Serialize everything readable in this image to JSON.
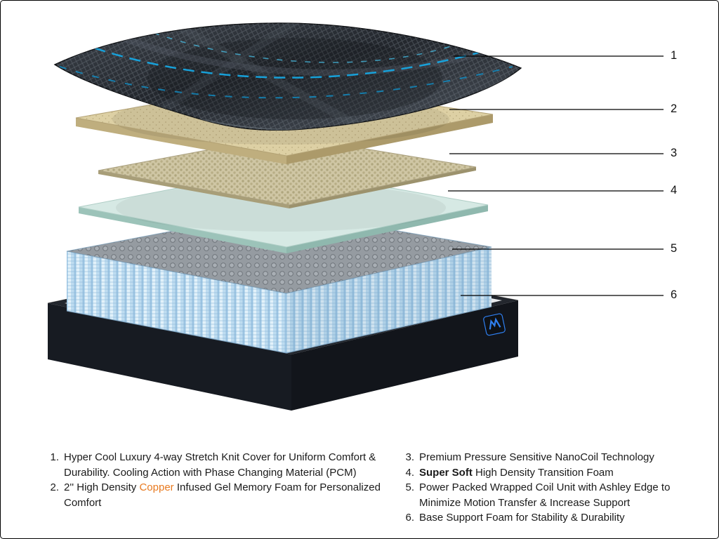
{
  "callouts": [
    {
      "num": "1"
    },
    {
      "num": "2"
    },
    {
      "num": "3"
    },
    {
      "num": "4"
    },
    {
      "num": "5"
    },
    {
      "num": "6"
    }
  ],
  "legend": {
    "left": [
      {
        "num": "1.",
        "text": "Hyper Cool Luxury 4-way Stretch Knit Cover for Uniform Comfort & Durability. Cooling Action with Phase Changing Material (PCM)"
      },
      {
        "num": "2.",
        "parts": [
          "2'' High Density ",
          "Copper",
          " Infused Gel Memory Foam for Personalized Comfort"
        ]
      }
    ],
    "right": [
      {
        "num": "3.",
        "text": "Premium Pressure Sensitive NanoCoil Technology"
      },
      {
        "num": "4.",
        "parts": [
          "Super Soft",
          " High Density Transition Foam"
        ]
      },
      {
        "num": "5.",
        "text": "Power Packed Wrapped Coil Unit with Ashley Edge to Minimize Motion Transfer & Increase Support"
      },
      {
        "num": "6.",
        "text": "Base Support Foam for Stability & Durability"
      }
    ]
  },
  "layers": [
    {
      "callout": "1",
      "name": "stretch-knit-cover",
      "color": "#2b2f35",
      "accent": "#18a7e0"
    },
    {
      "callout": "2",
      "name": "gel-memory-foam",
      "color": "#ddd0a4"
    },
    {
      "callout": "3",
      "name": "nanocoil-layer",
      "color": "#cfc6a4"
    },
    {
      "callout": "4",
      "name": "transition-foam",
      "color": "#d6e9e4"
    },
    {
      "callout": "5",
      "name": "wrapped-coil-unit",
      "color": "#bedcf0"
    },
    {
      "callout": "6",
      "name": "base-support-foam",
      "color": "#c2e2d0"
    }
  ],
  "colors": {
    "copper_accent": "#E87A20",
    "callout_line": "#000000",
    "text": "#1a1a1a",
    "logo_blue": "#2f7ff0",
    "background": "#ffffff"
  }
}
